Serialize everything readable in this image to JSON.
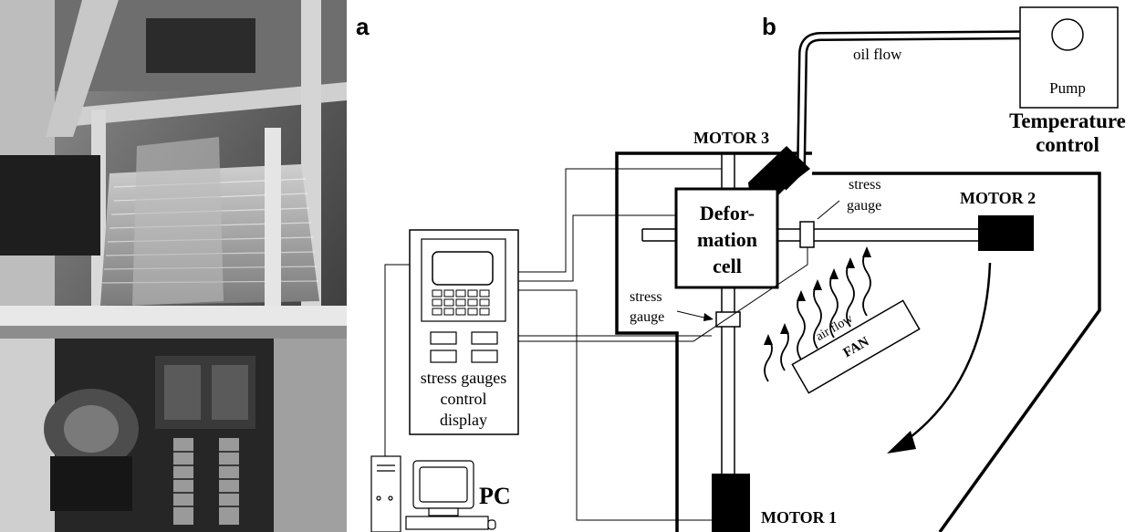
{
  "panels": {
    "a": "a",
    "b": "b"
  },
  "labels": {
    "motor1": "MOTOR 1",
    "motor2": "MOTOR 2",
    "motor3": "MOTOR 3",
    "cell_line1": "Defor-",
    "cell_line2": "mation",
    "cell_line3": "cell",
    "stress_gauge_top_1": "stress",
    "stress_gauge_top_2": "gauge",
    "stress_gauge_left_1": "stress",
    "stress_gauge_left_2": "gauge",
    "oil_flow": "oil flow",
    "pump": "Pump",
    "temp_control_1": "Temperature",
    "temp_control_2": "control",
    "air_flow": "air flow",
    "fan": "FAN",
    "display_1": "stress gauges",
    "display_2": "control",
    "display_3": "display",
    "pc": "PC"
  },
  "colors": {
    "ink": "#000000",
    "paper": "#ffffff",
    "photo_dark": "#1c1c1c",
    "photo_mid": "#8a8a8a",
    "photo_light": "#d8d8d8"
  }
}
